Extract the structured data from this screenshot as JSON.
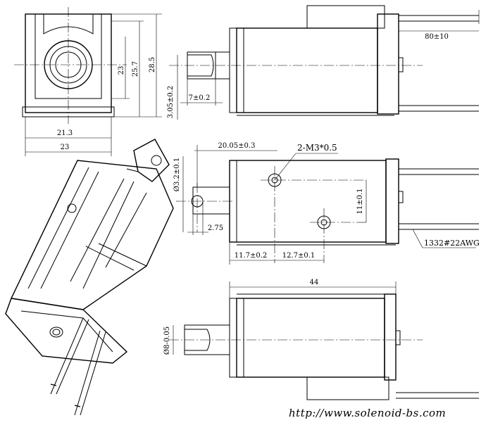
{
  "colors": {
    "ink": "#000000",
    "paper": "#ffffff",
    "watermark": "#c8c8c8"
  },
  "dimensions": {
    "front_height_outer": "28.5",
    "front_height_mid": "25.7",
    "front_height_inner": "23",
    "front_width_inner": "21.3",
    "front_width_outer": "23",
    "lead_length": "80±10",
    "plunger_slot_width": "7±0.2",
    "plunger_slot_height": "3.05±0.2",
    "hole_offset_top": "20.05±0.3",
    "thread_callout": "2-M3*0.5",
    "plunger_pin_hole": "Ø3.2±0.1",
    "plunger_tip": "2.75",
    "hole_pitch_vertical": "11±0.1",
    "hole_offset_left": "11.7±0.2",
    "hole_pitch_horizontal": "12.7±0.1",
    "wire_spec": "1332#22AWG",
    "overall_length": "44",
    "plunger_diameter": "Ø8-0.05"
  },
  "watermark": "http://www.solenoid-bs.com"
}
